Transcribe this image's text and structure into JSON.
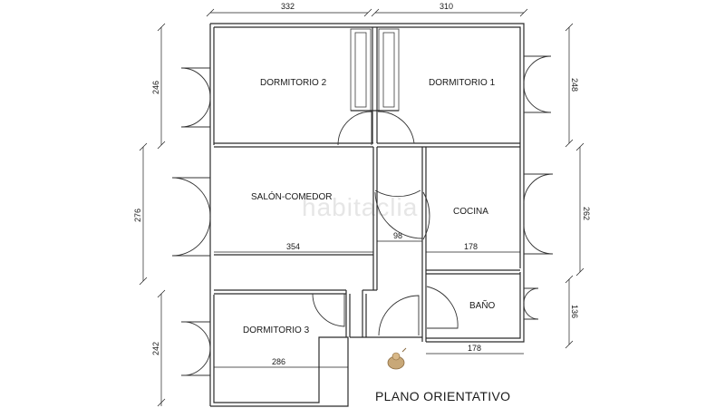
{
  "rooms": {
    "dormitorio_2": "DORMITORIO 2",
    "dormitorio_1": "DORMITORIO 1",
    "salon_comedor": "SALÓN-COMEDOR",
    "cocina": "COCINA",
    "bano": "BAÑO",
    "dormitorio_3": "DORMITORIO 3"
  },
  "dimensions": {
    "top_left": "332",
    "top_right": "310",
    "left_upper": "246",
    "left_middle": "276",
    "left_lower": "242",
    "right_upper": "248",
    "right_middle": "262",
    "right_lower": "136",
    "salon_width": "354",
    "corridor_width": "98",
    "cocina_width": "178",
    "bano_width": "178",
    "dormitorio3_width": "286"
  },
  "watermark": "habitaclia",
  "caption": "PLANO ORIENTATIVO"
}
